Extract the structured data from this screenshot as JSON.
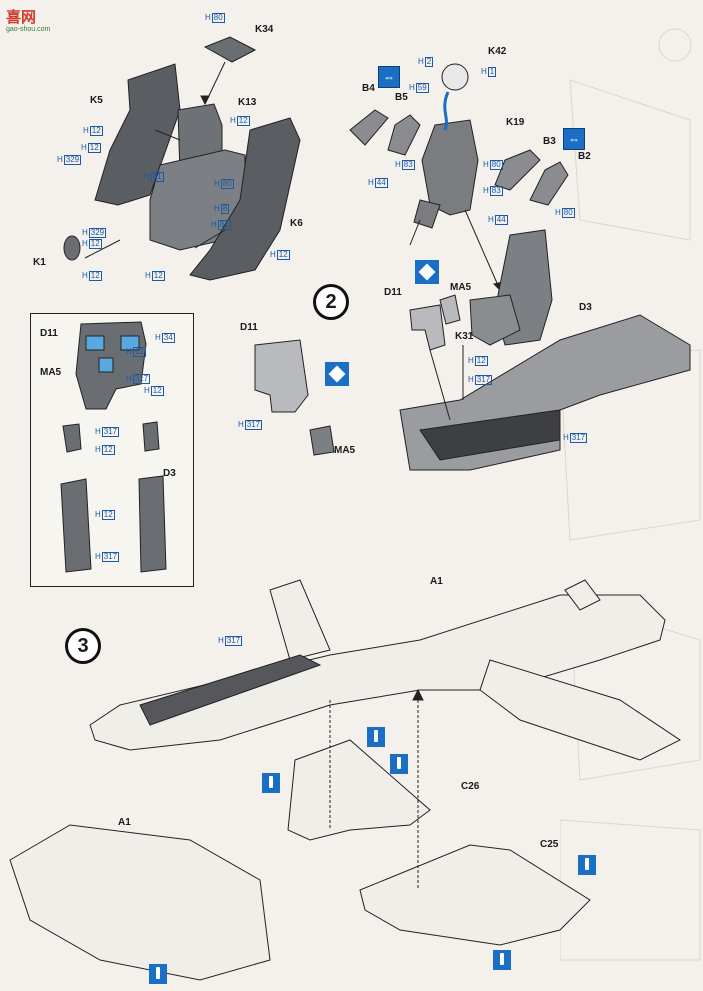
{
  "watermark": {
    "logo": "喜网",
    "sub": "gao-shou.com"
  },
  "step_numbers": [
    "2",
    "3"
  ],
  "parts": [
    "K34",
    "K13",
    "K5",
    "K1",
    "K6",
    "K42",
    "B4",
    "B5",
    "K19",
    "B3",
    "B2",
    "D11",
    "MA5",
    "K31",
    "D3",
    "D11",
    "MA5",
    "D3",
    "A1",
    "C26",
    "A1",
    "C25"
  ],
  "colors": {
    "h80": "80",
    "h12": "12",
    "h329": "329",
    "h81": "81",
    "h8": "8",
    "h2": "2",
    "h1": "1",
    "h59": "59",
    "h83": "83",
    "h44": "44",
    "h34": "34",
    "h317": "317"
  },
  "h_prefix": "H"
}
